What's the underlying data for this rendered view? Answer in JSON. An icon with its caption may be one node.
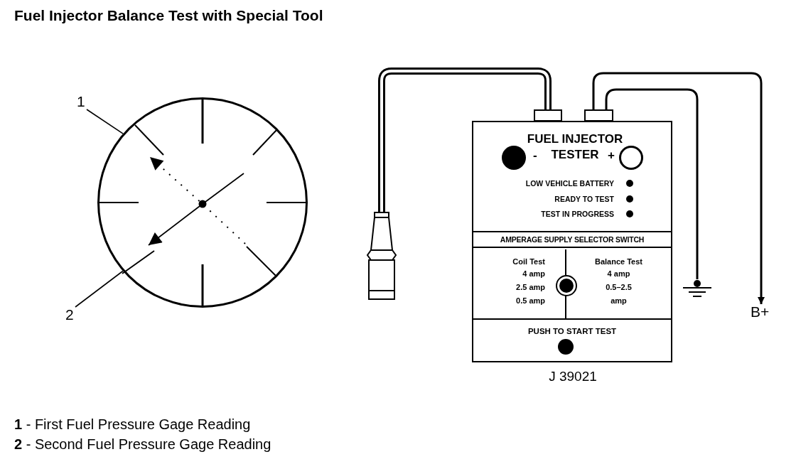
{
  "diagram": {
    "title": "Fuel Injector Balance Test with Special Tool",
    "nodes": [
      {
        "text": [
          "FUEL INJECTOR TESTER"
        ],
        "beside": [
          "J 39021"
        ]
      },
      {
        "text": [
          "AMPERAGE SUPPLY SELECTOR SWITCH"
        ],
        "in": 0
      },
      {
        "text": [
          "Coil Test",
          "4 amp",
          "2.5 amp",
          "0.5 amp"
        ],
        "in": 1
      },
      {
        "text": [
          "Balance Test",
          "4 amp",
          "0.5–2.5 amp"
        ],
        "in": 1
      },
      {
        "text": [
          "PUSH TO START TEST"
        ],
        "in": 0
      },
      {
        "text": [],
        "shape": "plug"
      },
      {
        "text": [],
        "shape": "ground"
      },
      {
        "text": [
          "B+"
        ]
      },
      {
        "text": [],
        "shape": "circle"
      },
      {
        "text": [
          "1"
        ]
      },
      {
        "text": [
          "2"
        ]
      }
    ],
    "edges": [
      {
        "from": 0,
        "to": 5,
        "arrow": "none",
        "style": "thick"
      },
      {
        "from": 0,
        "to": 6,
        "arrow": "none"
      },
      {
        "from": 0,
        "to": 7,
        "arrow": "to"
      },
      {
        "from": 9,
        "to": 8,
        "arrow": "none"
      },
      {
        "from": 10,
        "to": 8,
        "arrow": "none"
      }
    ],
    "labels": [
      "-",
      "+",
      "LOW VEHICLE BATTERY",
      "READY TO TEST",
      "TEST IN PROGRESS",
      "**1** - First Fuel Pressure Gage Reading",
      "**2** - Second Fuel Pressure Gage Reading"
    ]
  }
}
